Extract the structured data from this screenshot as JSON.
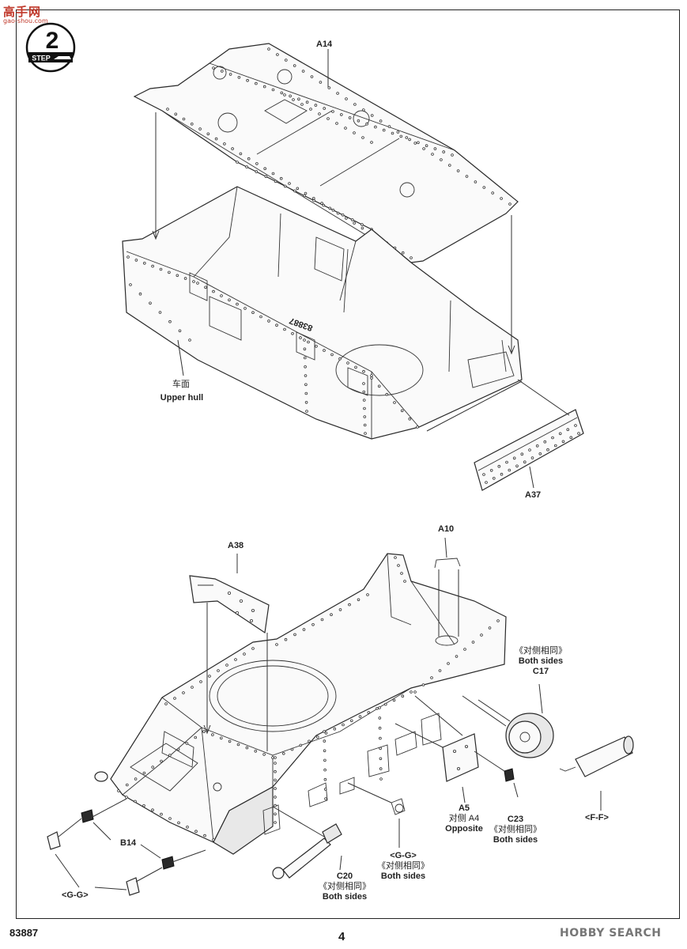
{
  "watermark": {
    "site": "高手网",
    "domain": "gao-shou.com"
  },
  "step": {
    "label": "STEP",
    "number": "2"
  },
  "top_section": {
    "a14": "A14",
    "upper_hull_cn": "车面",
    "upper_hull_en": "Upper hull",
    "a37": "A37",
    "hull_marking": "83887"
  },
  "bottom_section": {
    "a38": "A38",
    "a10": "A10",
    "c17_cn": "《对侧相同》",
    "c17_en": "Both sides",
    "c17": "C17",
    "b14": "B14",
    "gg_left": "<G-G>",
    "a5": "A5",
    "a5_cn": "对侧 A4",
    "a5_en": "Opposite",
    "c23": "C23",
    "c23_cn": "《对侧相同》",
    "c23_en": "Both sides",
    "gg_right": "<G-G>",
    "gg_right_cn": "《对侧相同》",
    "gg_right_en": "Both sides",
    "c20": "C20",
    "c20_cn": "《对侧相同》",
    "c20_en": "Both sides",
    "ff": "<F-F>"
  },
  "footer": {
    "product_number": "83887",
    "page_number": "4",
    "brand": "HOBBY SEARCH"
  }
}
